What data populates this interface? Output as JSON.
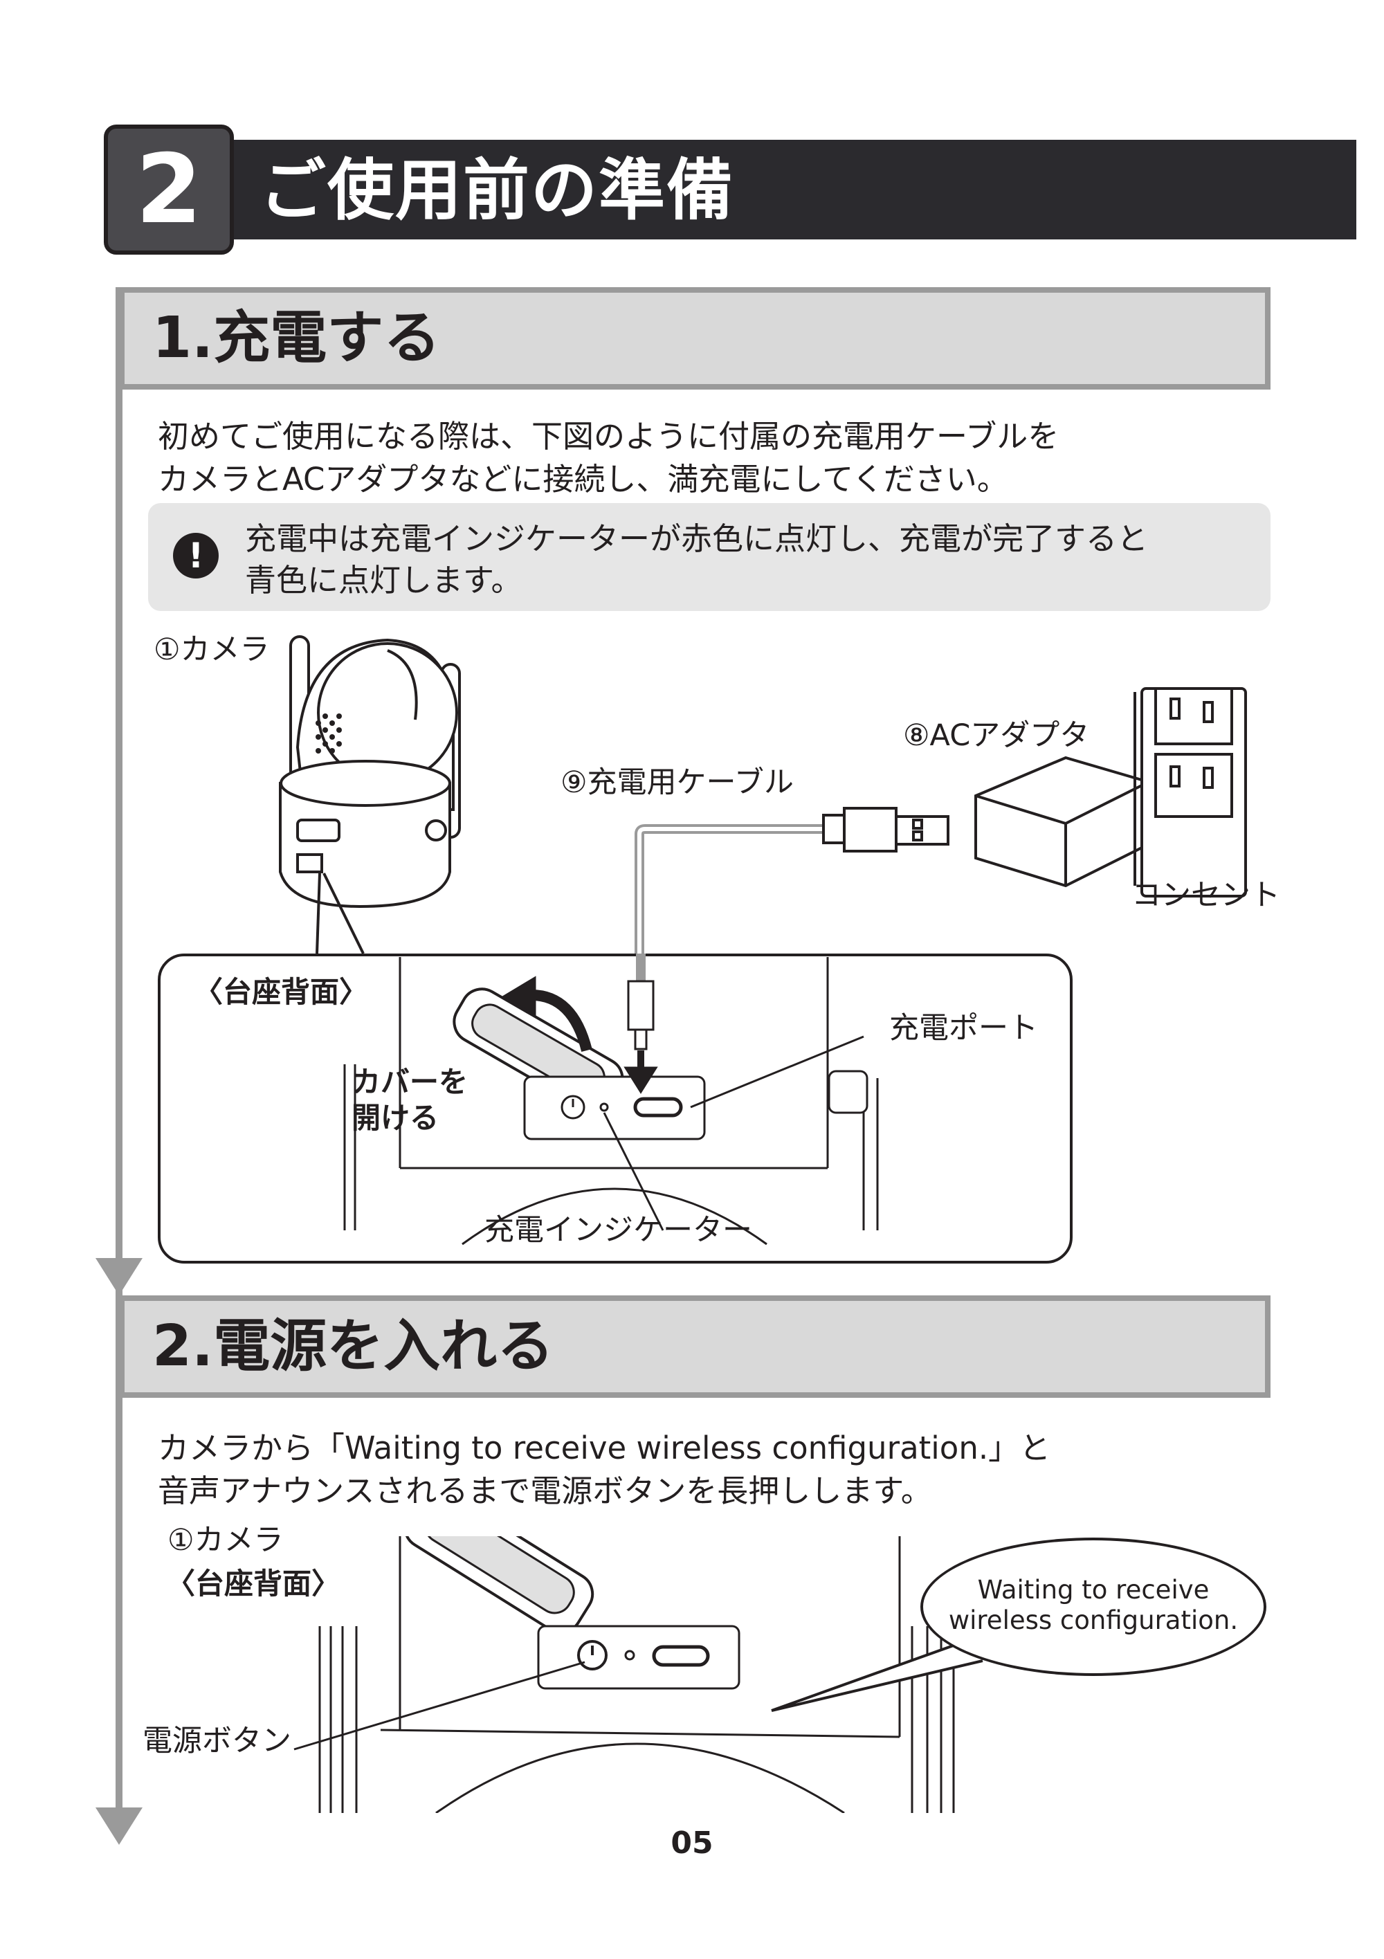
{
  "chapter": {
    "number": "2",
    "title": "ご使用前の準備"
  },
  "section1": {
    "title": "1.充電する",
    "intro_line1": "初めてご使用になる際は、下図のように付属の充電用ケーブルを",
    "intro_line2": "カメラとACアダプタなどに接続し、満充電にしてください。",
    "note_line1": "充電中は充電インジケーターが赤色に点灯し、充電が完了すると",
    "note_line2": "青色に点灯します。",
    "labels": {
      "camera": "①カメラ",
      "ac_adapter": "⑧ACアダプタ",
      "cable": "⑨充電用ケーブル",
      "outlet": "コンセント",
      "base_back": "〈台座背面〉",
      "open_cover_line1": "カバーを",
      "open_cover_line2": "開ける",
      "charge_port": "充電ポート",
      "charge_indicator": "充電インジケーター"
    }
  },
  "section2": {
    "title": "2.電源を入れる",
    "intro_line1": "カメラから「Waiting to receive wireless configuration.」と",
    "intro_line2": "音声アナウンスされるまで電源ボタンを長押しします。",
    "labels": {
      "camera": "①カメラ",
      "base_back": "〈台座背面〉",
      "power_button": "電源ボタン"
    },
    "bubble_line1": "Waiting to receive",
    "bubble_line2": "wireless configuration."
  },
  "page_number": "05",
  "colors": {
    "dark": "#2b2a2e",
    "header_gray": "#d9d9d9",
    "flow_gray": "#9a9a9a",
    "note_bg": "#e6e6e6"
  }
}
